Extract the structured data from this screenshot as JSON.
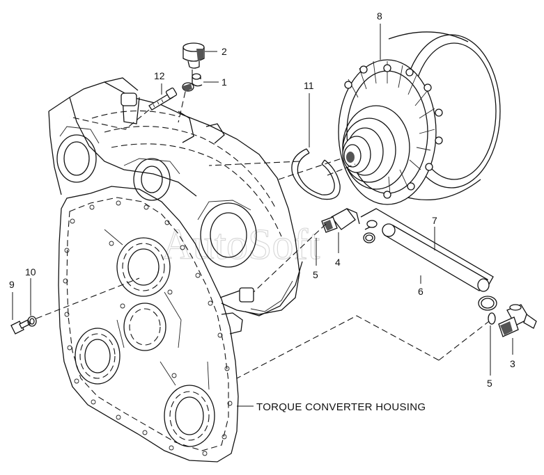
{
  "watermark": "AutoSoft",
  "caption": {
    "torque_converter_housing": "TORQUE CONVERTER HOUSING"
  },
  "callouts": {
    "c1": "1",
    "c2": "2",
    "c3": "3",
    "c4": "4",
    "c5a": "5",
    "c5b": "5",
    "c6": "6",
    "c7": "7",
    "c8": "8",
    "c9": "9",
    "c10": "10",
    "c11": "11",
    "c12": "12"
  }
}
